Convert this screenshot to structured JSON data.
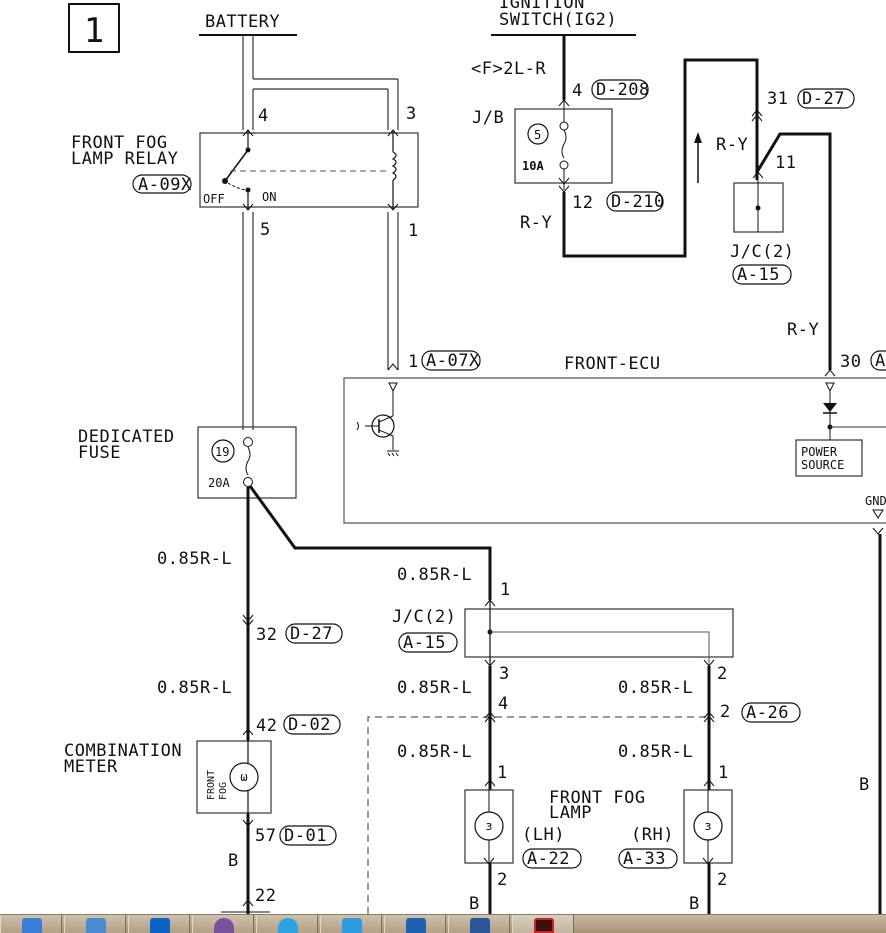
{
  "page_number": "1",
  "battery": {
    "label": "BATTERY"
  },
  "ignition": {
    "label_line1": "IGNITION",
    "label_line2": "SWITCH(IG2)",
    "wire": "<F>2L-R"
  },
  "relay": {
    "name_line1": "FRONT FOG",
    "name_line2": "LAMP RELAY",
    "connector": "A-09X",
    "pins": {
      "top_left": "4",
      "top_right": "3",
      "bottom_left": "5",
      "bottom_right": "1"
    },
    "off_label": "OFF",
    "on_label": "ON"
  },
  "junction_block": {
    "label": "J/B",
    "fuse_number": "5",
    "fuse_rating": "10A",
    "in_pin": "4",
    "in_connector": "D-208",
    "out_pin": "12",
    "out_connector": "D-210",
    "out_wire": "R-Y"
  },
  "jc_top": {
    "label": "J/C(2)",
    "connector": "A-15",
    "pin_31": "31",
    "pin_31_connector": "D-27",
    "pin_11": "11",
    "wire": "R-Y"
  },
  "ecu": {
    "name": "FRONT-ECU",
    "pin1": "1",
    "pin1_connector": "A-07X",
    "pin30": "30",
    "pin30_connector": "A",
    "wire_30": "R-Y",
    "power_source_line1": "POWER",
    "power_source_line2": "SOURCE",
    "gnd": "GND"
  },
  "dedicated_fuse": {
    "label_line1": "DEDICATED",
    "label_line2": "FUSE",
    "number": "19",
    "rating": "20A"
  },
  "left_branch": {
    "wire1": "0.85R-L",
    "pin32": "32",
    "pin32_connector": "D-27",
    "wire2": "0.85R-L",
    "pin42": "42",
    "pin42_connector": "D-02",
    "meter_line1": "COMBINATION",
    "meter_line2": "METER",
    "indicator_line1": "FRONT",
    "indicator_line2": "FOG",
    "pin57": "57",
    "pin57_connector": "D-01",
    "wire_b": "B",
    "pin22": "22"
  },
  "jc_bottom": {
    "label": "J/C(2)",
    "connector": "A-15",
    "wire_in": "0.85R-L",
    "pin_in": "1",
    "pin_out_left": "3",
    "pin_out_right": "2",
    "wire_left": "0.85R-L",
    "wire_right": "0.85R-L",
    "pin4": "4",
    "pin2": "2",
    "pin2_connector": "A-26",
    "wire_left2": "0.85R-L",
    "wire_right2": "0.85R-L"
  },
  "fog_lamps": {
    "name_line1": "FRONT FOG",
    "name_line2": "LAMP",
    "lh": {
      "side": "(LH)",
      "connector": "A-22",
      "pin_in": "1",
      "pin_out": "2",
      "ground_wire": "B"
    },
    "rh": {
      "side": "(RH)",
      "connector": "A-33",
      "pin_in": "1",
      "pin_out": "2",
      "ground_wire": "B"
    }
  },
  "right_ground_wire": "B",
  "taskbar": {
    "items": [
      {
        "name": "network-icon",
        "color": "#3a7bd5"
      },
      {
        "name": "database-app-icon",
        "color": "#4a8ad0"
      },
      {
        "name": "outlook-icon",
        "color": "#0a64c8"
      },
      {
        "name": "viber-icon",
        "color": "#7b519d"
      },
      {
        "name": "telegram-icon",
        "color": "#2aa3df"
      },
      {
        "name": "app-icon",
        "color": "#2f9be0"
      },
      {
        "name": "remote-desktop-icon",
        "color": "#2060b0"
      },
      {
        "name": "word-icon",
        "color": "#2b579a"
      },
      {
        "name": "active-app-icon",
        "color": "#c8241c"
      }
    ]
  }
}
